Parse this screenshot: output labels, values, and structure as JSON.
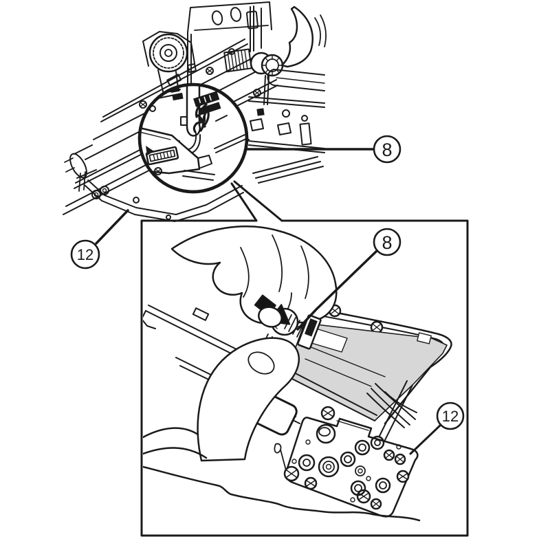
{
  "illustration": {
    "type": "service-manual-step",
    "callouts": {
      "overview_cable": {
        "label": "8"
      },
      "overview_bracket": {
        "label": "12"
      },
      "detail_cable": {
        "label": "8"
      },
      "detail_bracket": {
        "label": "12"
      }
    },
    "colors": {
      "line": "#1a1a1a",
      "background": "#ffffff",
      "panel_gray": "#d7d7d7",
      "arrow_black": "#151515"
    }
  }
}
